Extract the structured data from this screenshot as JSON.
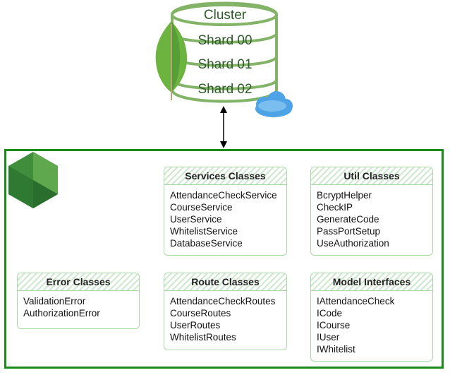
{
  "database": {
    "title": "Cluster",
    "shards": [
      "Shard 00",
      "Shard 01",
      "Shard 02"
    ]
  },
  "colors": {
    "db_stroke": "#82b366",
    "leaf": "#6db33f",
    "leaf_dark": "#3f8a2e",
    "cloud": "#4da3e6",
    "frame": "#1a8a1a",
    "node_logo": "#3e8e3e",
    "box_border": "#a8d8a8"
  },
  "icons": {
    "db": "mongodb-leaf-icon",
    "cloud": "cloud-icon",
    "server": "nodejs-hexagon-icon"
  },
  "boxes": {
    "services": {
      "title": "Services Classes",
      "items": [
        "AttendanceCheckService",
        "CourseService",
        "UserService",
        "WhitelistService",
        "DatabaseService"
      ]
    },
    "util": {
      "title": "Util Classes",
      "items": [
        "BcryptHelper",
        "CheckIP",
        "GenerateCode",
        "PassPortSetup",
        "UseAuthorization"
      ]
    },
    "error": {
      "title": "Error Classes",
      "items": [
        "ValidationError",
        "AuthorizationError"
      ]
    },
    "route": {
      "title": "Route Classes",
      "items": [
        "AttendanceCheckRoutes",
        "CourseRoutes",
        "UserRoutes",
        "WhitelistRoutes"
      ]
    },
    "model": {
      "title": "Model Interfaces",
      "items": [
        "IAttendanceCheck",
        "ICode",
        "ICourse",
        "IUser",
        "IWhitelist"
      ]
    }
  }
}
